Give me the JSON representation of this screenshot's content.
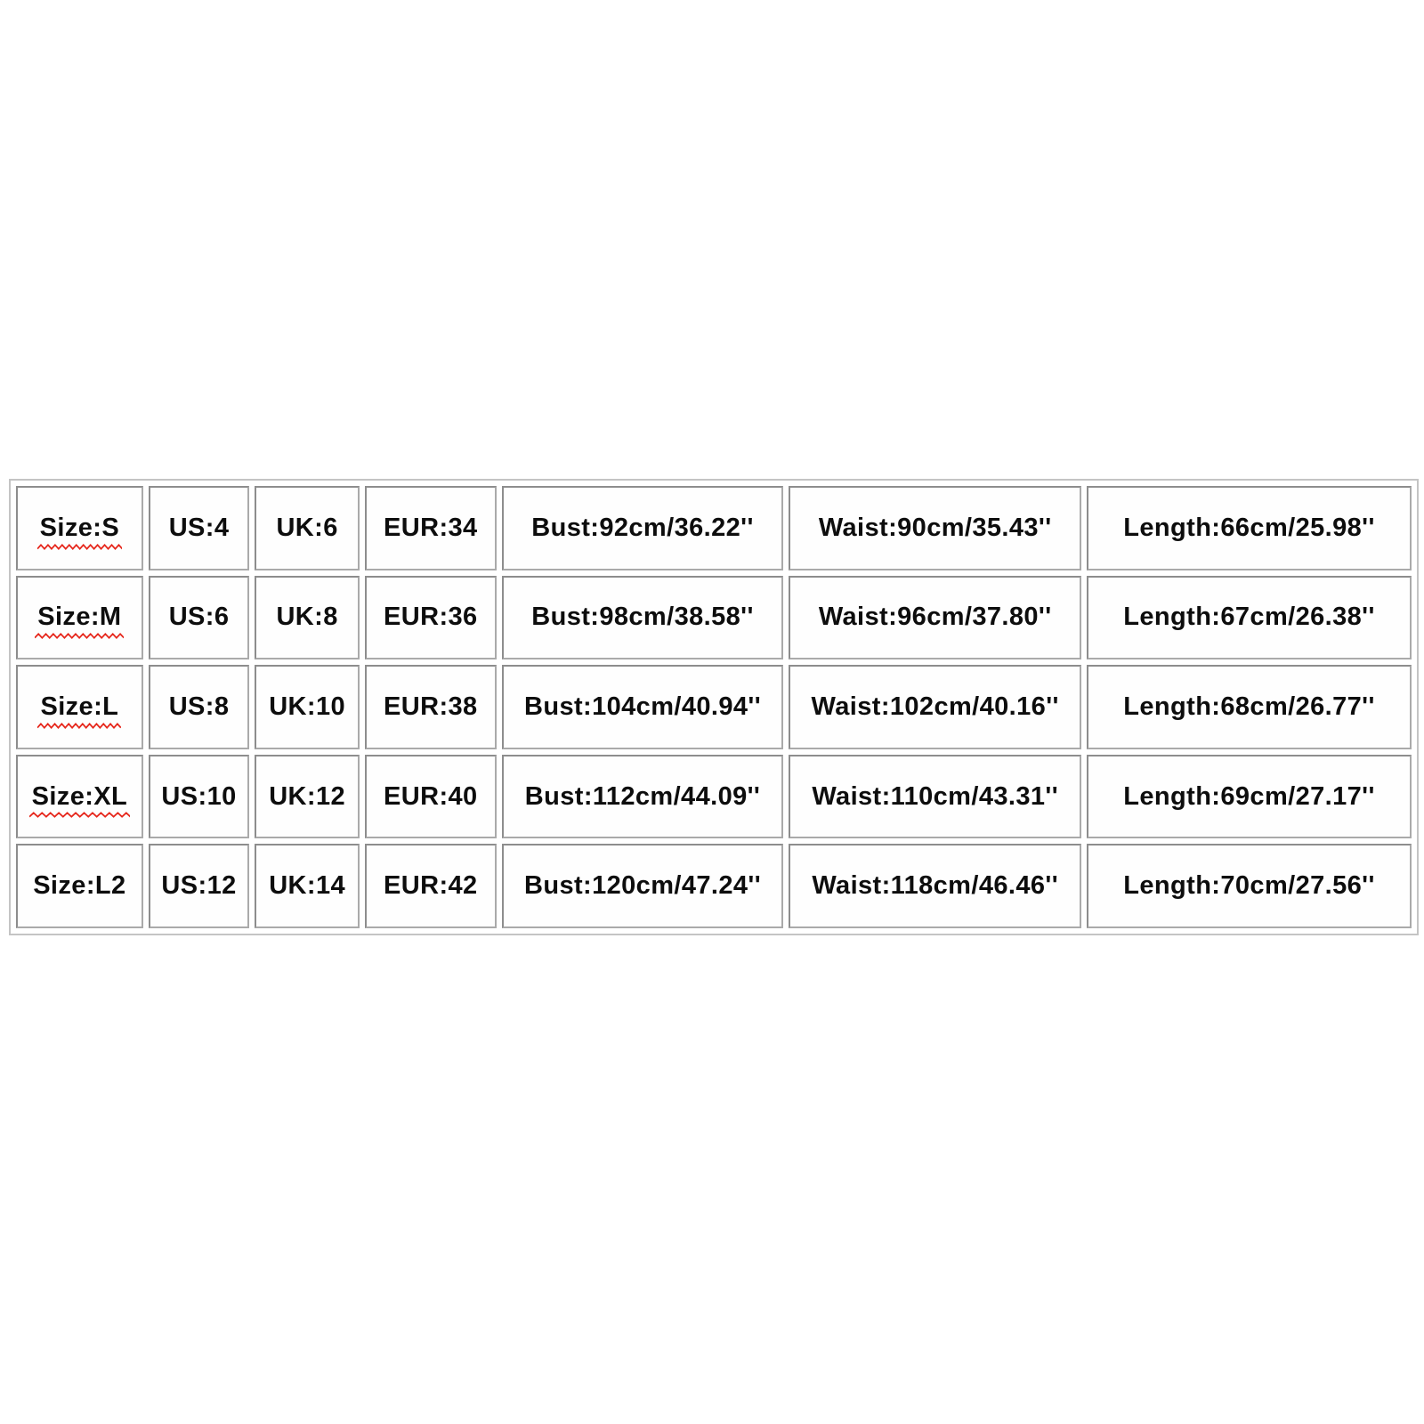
{
  "page": {
    "background": "#ffffff"
  },
  "table": {
    "description": "garment size conversion chart",
    "colors": {
      "outer_border": "#c4c4c4",
      "cell_border": "#979797",
      "text": "#0d0d0d",
      "squiggle": "#e6271c",
      "cell_background": "#fefefe"
    },
    "columns": [
      "size",
      "us",
      "uk",
      "eur",
      "bust",
      "waist",
      "length"
    ],
    "rows": [
      {
        "spellcheck_underline": true,
        "cells": [
          "Size:S",
          "US:4",
          "UK:6",
          "EUR:34",
          "Bust:92cm/36.22''",
          "Waist:90cm/35.43''",
          "Length:66cm/25.98''"
        ]
      },
      {
        "spellcheck_underline": true,
        "cells": [
          "Size:M",
          "US:6",
          "UK:8",
          "EUR:36",
          "Bust:98cm/38.58''",
          "Waist:96cm/37.80''",
          "Length:67cm/26.38''"
        ]
      },
      {
        "spellcheck_underline": true,
        "cells": [
          "Size:L",
          "US:8",
          "UK:10",
          "EUR:38",
          "Bust:104cm/40.94''",
          "Waist:102cm/40.16''",
          "Length:68cm/26.77''"
        ]
      },
      {
        "spellcheck_underline": true,
        "cells": [
          "Size:XL",
          "US:10",
          "UK:12",
          "EUR:40",
          "Bust:112cm/44.09''",
          "Waist:110cm/43.31''",
          "Length:69cm/27.17''"
        ]
      },
      {
        "spellcheck_underline": false,
        "cells": [
          "Size:L2",
          "US:12",
          "UK:14",
          "EUR:42",
          "Bust:120cm/47.24''",
          "Waist:118cm/46.46''",
          "Length:70cm/27.56''"
        ]
      }
    ]
  }
}
